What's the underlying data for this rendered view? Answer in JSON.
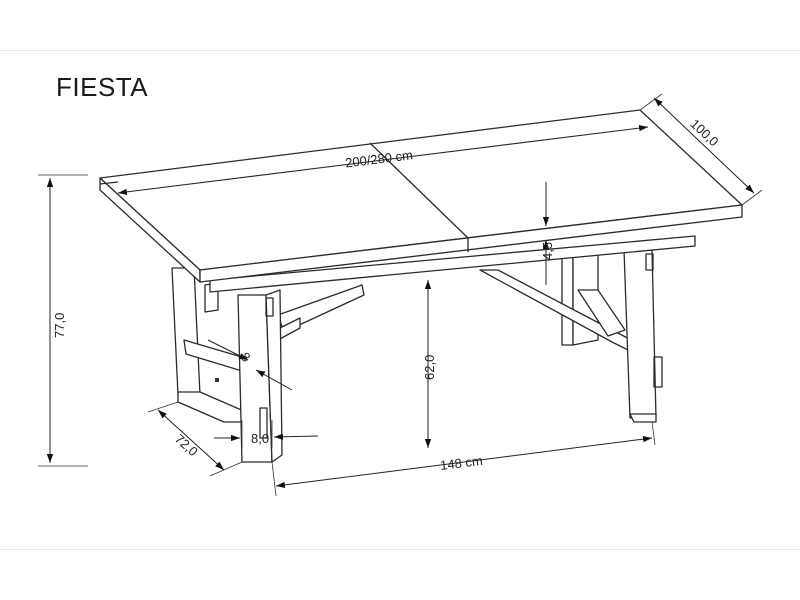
{
  "title": "FIESTA",
  "dimensions": {
    "length": "200/280 cm",
    "depth": "100,0",
    "total_height": "77,0",
    "leg_height": "62,0",
    "top_thickness": "4,5",
    "leg_spacing": "148 cm",
    "leg_depth": "72,0",
    "leg_width": "8,0",
    "leg_thickness": "8"
  },
  "colors": {
    "line": "#2b2b2b",
    "frame": "#e6e6e6"
  }
}
